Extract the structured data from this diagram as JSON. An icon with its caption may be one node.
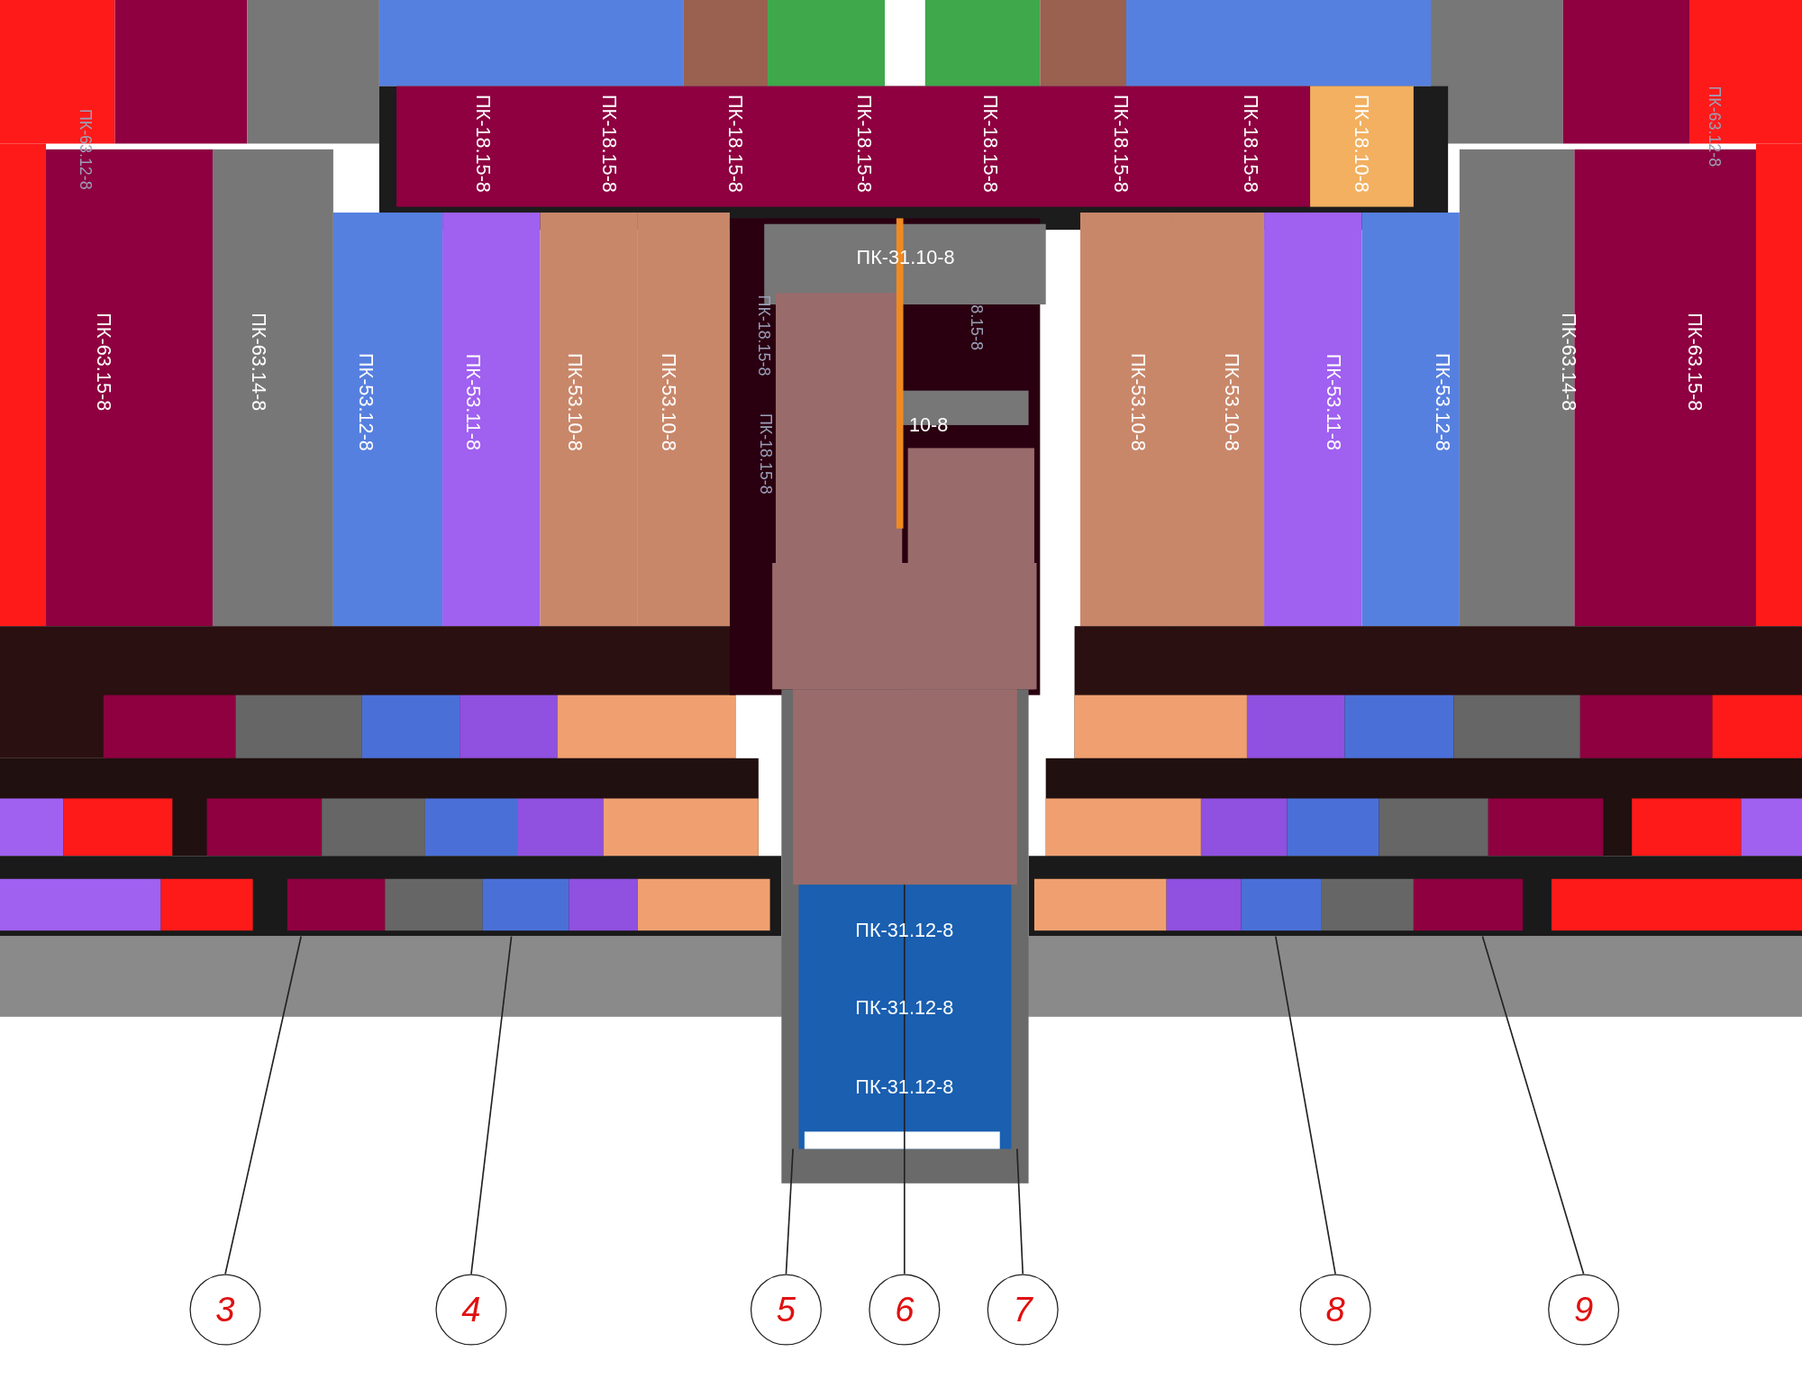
{
  "diagram": {
    "labels": [
      "ПК-63.12-8",
      "ПК-18.15-8",
      "ПК-18.15-8",
      "ПК-18.15-8",
      "ПК-18.15-8",
      "ПК-18.15-8",
      "ПК-18.15-8",
      "ПК-18.15-8",
      "ПК-18.10-8",
      "ПК-63.12-8",
      "ПК-31.10-8",
      "ПК-18.15-8",
      "8.15-8",
      "ПК-18.15-8",
      "10-8",
      "ПК-63.15-8",
      "ПК-63.14-8",
      "ПК-53.12-8",
      "ПК-53.11-8",
      "ПК-53.10-8",
      "ПК-53.10-8",
      "ПК-53.10-8",
      "ПК-53.10-8",
      "ПК-53.11-8",
      "ПК-53.12-8",
      "ПК-63.14-8",
      "ПК-63.15-8",
      "ПК-31.12-8",
      "ПК-31.12-8",
      "ПК-31.12-8",
      "3",
      "4",
      "5",
      "6",
      "7",
      "8",
      "9"
    ]
  }
}
